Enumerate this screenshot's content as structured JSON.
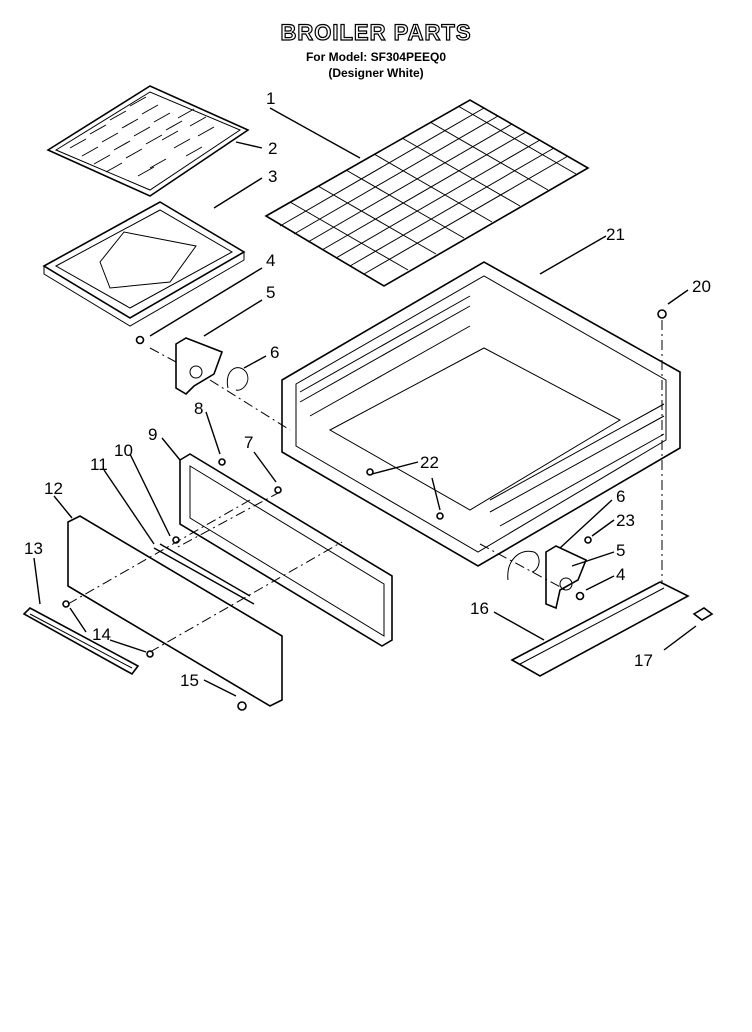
{
  "header": {
    "title": "BROILER PARTS",
    "model_line": "For Model: SF304PEEQ0",
    "variant_line": "(Designer White)"
  },
  "callouts": [
    "1",
    "2",
    "3",
    "4",
    "5",
    "6",
    "7",
    "8",
    "9",
    "10",
    "11",
    "12",
    "13",
    "14",
    "15",
    "16",
    "17",
    "20",
    "21",
    "22",
    "23"
  ],
  "callouts_right": [
    "6",
    "5",
    "4"
  ]
}
